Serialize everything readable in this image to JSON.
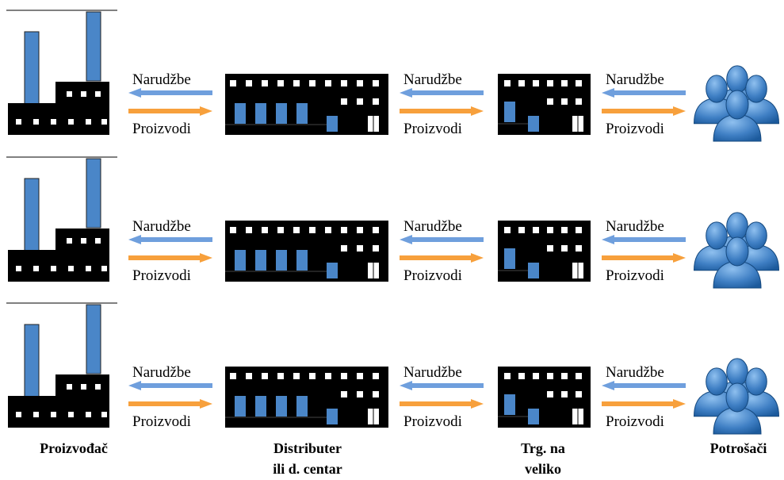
{
  "diagram": {
    "rows": [
      {
        "links": [
          {
            "top_label": "Narudžbe",
            "bottom_label": "Proizvodi"
          },
          {
            "top_label": "Narudžbe",
            "bottom_label": "Proizvodi"
          },
          {
            "top_label": "Narudžbe",
            "bottom_label": "Proizvodi"
          }
        ]
      },
      {
        "links": [
          {
            "top_label": "Narudžbe",
            "bottom_label": "Proizvodi"
          },
          {
            "top_label": "Narudžbe",
            "bottom_label": "Proizvodi"
          },
          {
            "top_label": "Narudžbe",
            "bottom_label": "Proizvodi"
          }
        ]
      },
      {
        "links": [
          {
            "top_label": "Narudžbe",
            "bottom_label": "Proizvodi"
          },
          {
            "top_label": "Narudžbe",
            "bottom_label": "Proizvodi"
          },
          {
            "top_label": "Narudžbe",
            "bottom_label": "Proizvodi"
          }
        ]
      }
    ],
    "stages": [
      {
        "icon": "factory-icon",
        "label_lines": [
          "Proizvođač"
        ]
      },
      {
        "icon": "distribution-center-icon",
        "label_lines": [
          "Distributer",
          "ili d. centar"
        ]
      },
      {
        "icon": "wholesale-building-icon",
        "label_lines": [
          "Trg. na",
          "veliko"
        ]
      },
      {
        "icon": "consumers-icon",
        "label_lines": [
          "Potrošači"
        ]
      }
    ],
    "colors": {
      "orders_arrow": "#6f9fdd",
      "products_arrow": "#f7a03c",
      "building": "#000000",
      "accent_blue": "#4a86c8",
      "people_light": "#8fc0ef",
      "people_dark": "#1c5a9c"
    }
  }
}
